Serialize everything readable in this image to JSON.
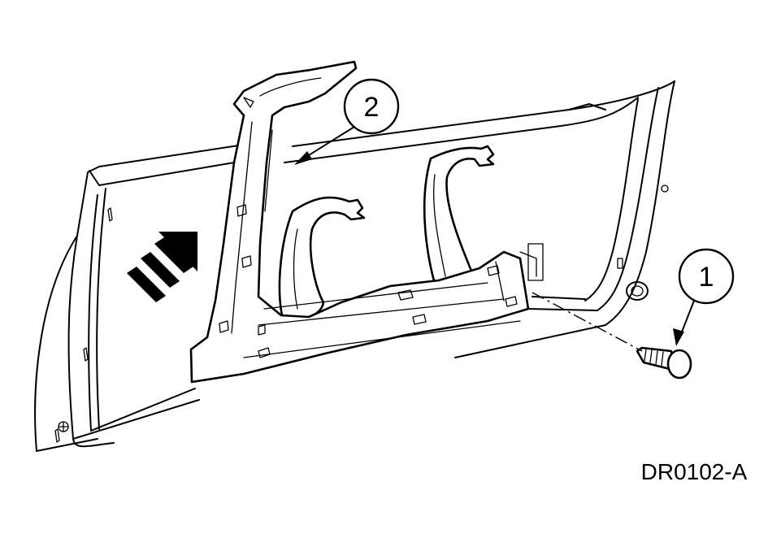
{
  "diagram": {
    "callouts": [
      {
        "id": "1",
        "label": "1",
        "part": "screw"
      },
      {
        "id": "2",
        "label": "2",
        "part": "trim-panel"
      }
    ],
    "figure_code": "DR0102-A",
    "icons": [
      "direction-arrow-icon"
    ],
    "colors": {
      "line": "#000000",
      "background": "#ffffff"
    }
  }
}
